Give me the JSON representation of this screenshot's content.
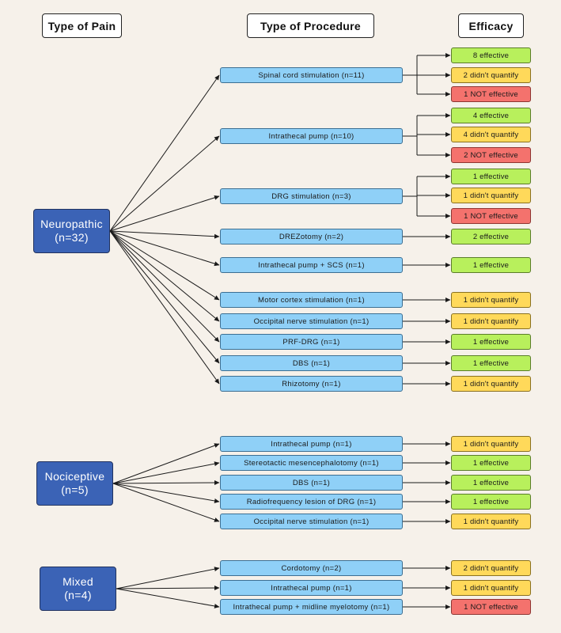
{
  "headers": {
    "pain": "Type of Pain",
    "procedure": "Type of Procedure",
    "efficacy": "Efficacy"
  },
  "groups": [
    {
      "key": "neuropathic",
      "label": "Neuropathic",
      "count": "(n=32)",
      "procedures": [
        {
          "label": "Spinal cord stimulation (n=11)",
          "outcomes": [
            {
              "label": "8 effective",
              "status": "effective"
            },
            {
              "label": "2 didn't quantify",
              "status": "unquantified"
            },
            {
              "label": "1 NOT effective",
              "status": "not-effective"
            }
          ]
        },
        {
          "label": "Intrathecal pump (n=10)",
          "outcomes": [
            {
              "label": "4 effective",
              "status": "effective"
            },
            {
              "label": "4 didn't quantify",
              "status": "unquantified"
            },
            {
              "label": "2 NOT effective",
              "status": "not-effective"
            }
          ]
        },
        {
          "label": "DRG stimulation (n=3)",
          "outcomes": [
            {
              "label": "1 effective",
              "status": "effective"
            },
            {
              "label": "1 didn't quantify",
              "status": "unquantified"
            },
            {
              "label": "1 NOT effective",
              "status": "not-effective"
            }
          ]
        },
        {
          "label": "DREZotomy (n=2)",
          "outcomes": [
            {
              "label": "2 effective",
              "status": "effective"
            }
          ]
        },
        {
          "label": "Intrathecal pump + SCS (n=1)",
          "outcomes": [
            {
              "label": "1 effective",
              "status": "effective"
            }
          ]
        },
        {
          "label": "Motor cortex stimulation (n=1)",
          "outcomes": [
            {
              "label": "1 didn't quantify",
              "status": "unquantified"
            }
          ]
        },
        {
          "label": "Occipital nerve stimulation (n=1)",
          "outcomes": [
            {
              "label": "1 didn't quantify",
              "status": "unquantified"
            }
          ]
        },
        {
          "label": "PRF-DRG (n=1)",
          "outcomes": [
            {
              "label": "1 effective",
              "status": "effective"
            }
          ]
        },
        {
          "label": "DBS (n=1)",
          "outcomes": [
            {
              "label": "1 effective",
              "status": "effective"
            }
          ]
        },
        {
          "label": "Rhizotomy (n=1)",
          "outcomes": [
            {
              "label": "1 didn't quantify",
              "status": "unquantified"
            }
          ]
        }
      ]
    },
    {
      "key": "nociceptive",
      "label": "Nociceptive",
      "count": "(n=5)",
      "procedures": [
        {
          "label": "Intrathecal pump (n=1)",
          "outcomes": [
            {
              "label": "1 didn't quantify",
              "status": "unquantified"
            }
          ]
        },
        {
          "label": "Stereotactic mesencephalotomy (n=1)",
          "outcomes": [
            {
              "label": "1 effective",
              "status": "effective"
            }
          ]
        },
        {
          "label": "DBS (n=1)",
          "outcomes": [
            {
              "label": "1 effective",
              "status": "effective"
            }
          ]
        },
        {
          "label": "Radiofrequency lesion of DRG (n=1)",
          "outcomes": [
            {
              "label": "1 effective",
              "status": "effective"
            }
          ]
        },
        {
          "label": "Occipital nerve stimulation (n=1)",
          "outcomes": [
            {
              "label": "1 didn't quantify",
              "status": "unquantified"
            }
          ]
        }
      ]
    },
    {
      "key": "mixed",
      "label": "Mixed",
      "count": "(n=4)",
      "procedures": [
        {
          "label": "Cordotomy (n=2)",
          "outcomes": [
            {
              "label": "2 didn't quantify",
              "status": "unquantified"
            }
          ]
        },
        {
          "label": "Intrathecal pump (n=1)",
          "outcomes": [
            {
              "label": "1 didn't quantify",
              "status": "unquantified"
            }
          ]
        },
        {
          "label": "Intrathecal pump + midline myelotomy (n=1)",
          "outcomes": [
            {
              "label": "1 NOT effective",
              "status": "not-effective"
            }
          ]
        }
      ]
    }
  ],
  "colors": {
    "effective": "#b8f05c",
    "unquantified": "#ffd95a",
    "not_effective": "#f4726d",
    "procedure_box": "#8fd0f7",
    "pain_box": "#3b63b6",
    "background": "#f6f1ea"
  }
}
